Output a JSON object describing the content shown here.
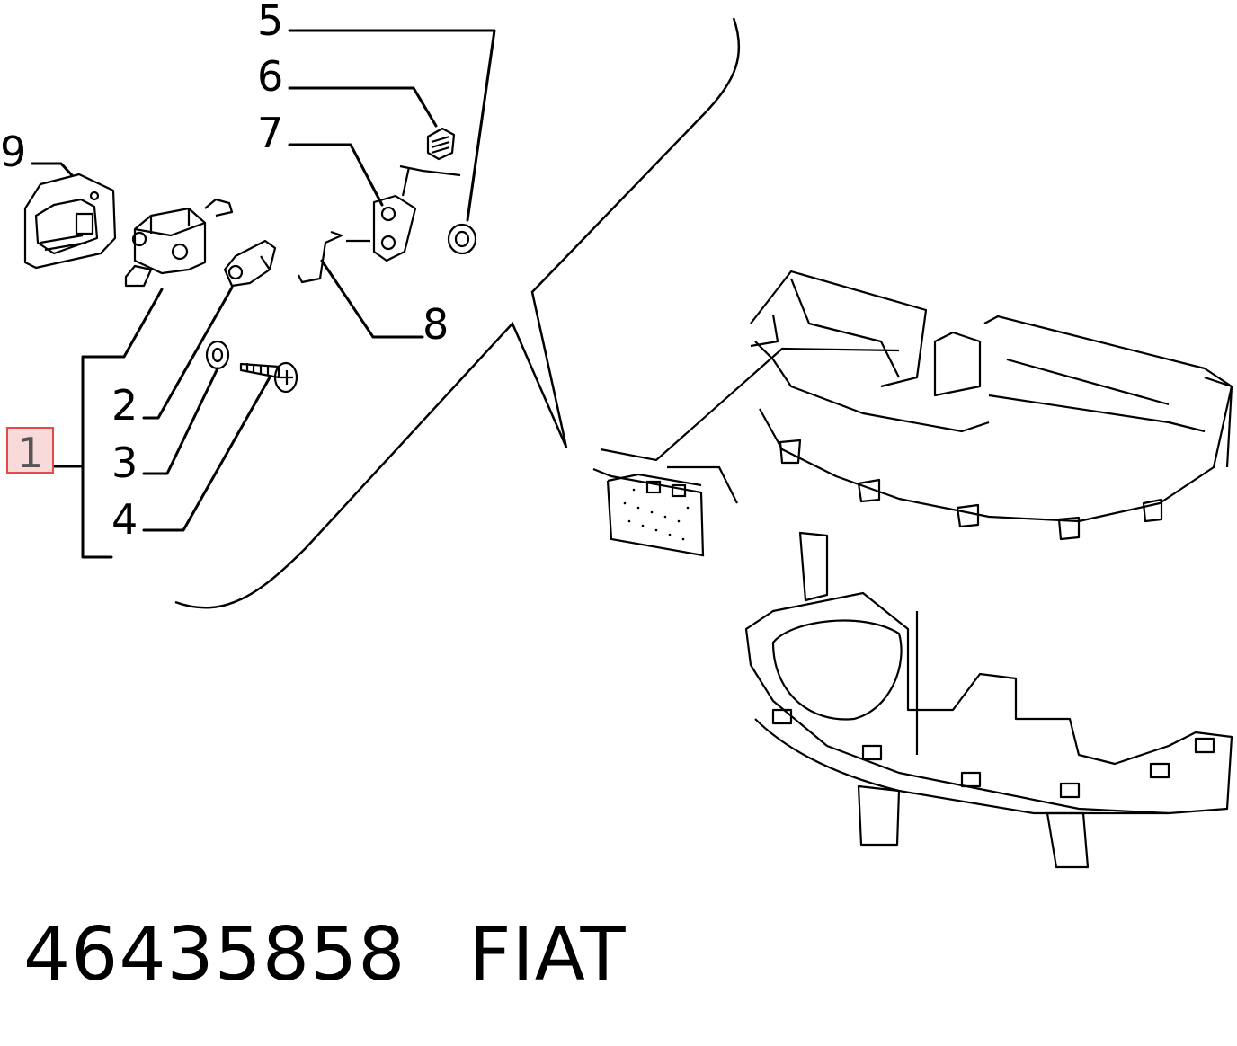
{
  "diagram": {
    "highlighted_callout": "1",
    "callouts": [
      "2",
      "3",
      "4",
      "5",
      "6",
      "7",
      "8",
      "9"
    ]
  },
  "footer": {
    "part_number": "46435858",
    "brand": "FIAT"
  },
  "colors": {
    "line": "#000000",
    "highlight_fill": "#f9dada",
    "highlight_border": "#e34a4a"
  }
}
